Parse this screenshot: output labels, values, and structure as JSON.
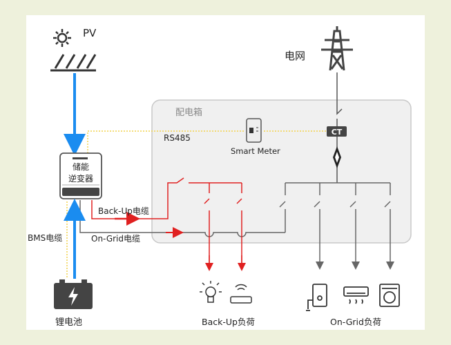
{
  "labels": {
    "pv": "PV",
    "grid": "电网",
    "distribution_box": "配电箱",
    "rs485": "RS485",
    "smart_meter": "Smart Meter",
    "ct": "CT",
    "inverter_line1": "储能",
    "inverter_line2": "逆变器",
    "backup_cable": "Back-Up电缆",
    "ongrid_cable": "On-Grid电缆",
    "bms_cable": "BMS电缆",
    "battery": "锂电池",
    "backup_load": "Back-Up负荷",
    "ongrid_load": "On-Grid负荷"
  },
  "colors": {
    "background": "#eef1dc",
    "dc_power": "#1a8cf0",
    "backup": "#e02020",
    "ongrid": "#666666",
    "communication": "#f2d24a",
    "box": "#f0f0f0"
  },
  "icons": [
    "sun-icon",
    "solar-panel-icon",
    "power-tower-icon",
    "smart-meter-icon",
    "inverter-icon",
    "battery-icon",
    "light-bulb-icon",
    "router-icon",
    "water-heater-icon",
    "air-conditioner-icon",
    "washing-machine-icon"
  ]
}
